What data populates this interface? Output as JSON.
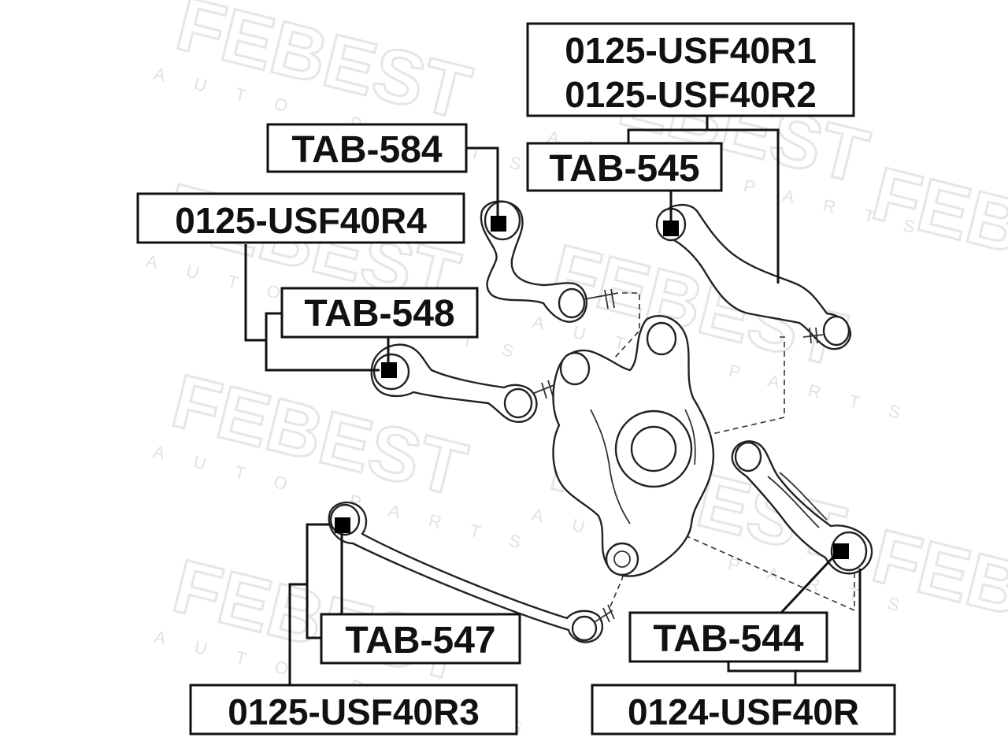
{
  "watermark": {
    "brand": "FEBEST",
    "sub": "AUTO PARTS"
  },
  "labels": {
    "usf40r1": "0125-USF40R1",
    "usf40r2": "0125-USF40R2",
    "tab545": "TAB-545",
    "tab584": "TAB-584",
    "usf40r4": "0125-USF40R4",
    "tab548": "TAB-548",
    "tab547": "TAB-547",
    "usf40r3": "0125-USF40R3",
    "tab544": "TAB-544",
    "usf40r": "0124-USF40R"
  }
}
